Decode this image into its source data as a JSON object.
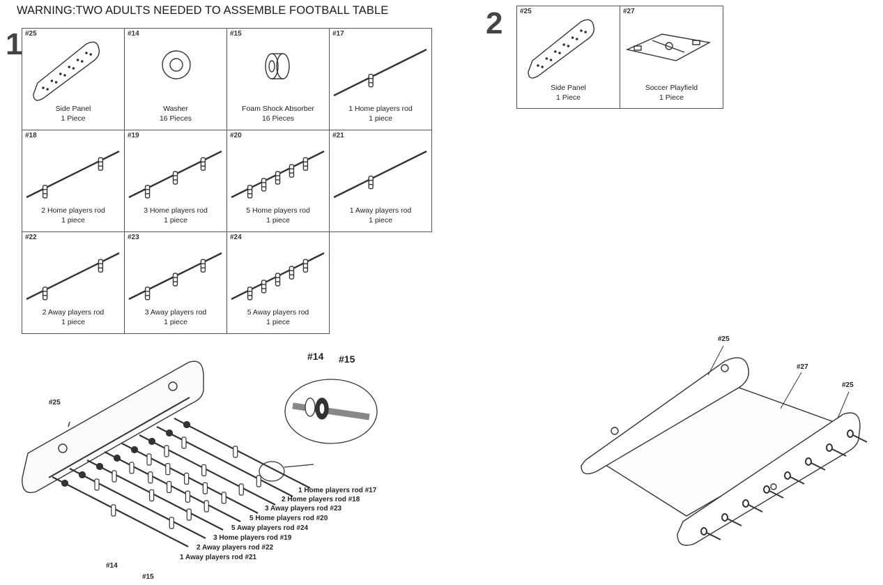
{
  "warning": "WARNING:TWO ADULTS NEEDED TO ASSEMBLE FOOTBALL TABLE",
  "step1": {
    "number": "1",
    "parts": [
      {
        "id": "#25",
        "name": "Side Panel",
        "qty": "1 Piece"
      },
      {
        "id": "#14",
        "name": "Washer",
        "qty": "16 Pieces"
      },
      {
        "id": "#15",
        "name": "Foam Shock Absorber",
        "qty": "16 Pieces"
      },
      {
        "id": "#17",
        "name": "1 Home players rod",
        "qty": "1 piece"
      },
      {
        "id": "#18",
        "name": "2 Home players rod",
        "qty": "1 piece"
      },
      {
        "id": "#19",
        "name": "3 Home players rod",
        "qty": "1 piece"
      },
      {
        "id": "#20",
        "name": "5 Home players rod",
        "qty": "1 piece"
      },
      {
        "id": "#21",
        "name": "1 Away players rod",
        "qty": "1 piece"
      },
      {
        "id": "#22",
        "name": "2 Away players rod",
        "qty": "1 piece"
      },
      {
        "id": "#23",
        "name": "3 Away players rod",
        "qty": "1 piece"
      },
      {
        "id": "#24",
        "name": "5 Away players rod",
        "qty": "1 piece"
      }
    ],
    "diagram": {
      "side_panel_label": "#25",
      "washer_label": "#14",
      "foam_label": "#15",
      "zoom_washer": "#14",
      "zoom_foam": "#15",
      "rods": [
        "1 Home players rod #17",
        "2 Home players rod #18",
        "3 Away players rod #23",
        "5 Home players rod #20",
        "5 Away players rod #24",
        "3 Home players rod #19",
        "2 Away players rod #22",
        "1 Away players rod #21"
      ]
    }
  },
  "step2": {
    "number": "2",
    "parts": [
      {
        "id": "#25",
        "name": "Side Panel",
        "qty": "1 Piece"
      },
      {
        "id": "#27",
        "name": "Soccer Playfield",
        "qty": "1 Piece"
      }
    ],
    "diagram": {
      "panel_left_label": "#25",
      "playfield_label": "#27",
      "panel_right_label": "#25"
    }
  }
}
